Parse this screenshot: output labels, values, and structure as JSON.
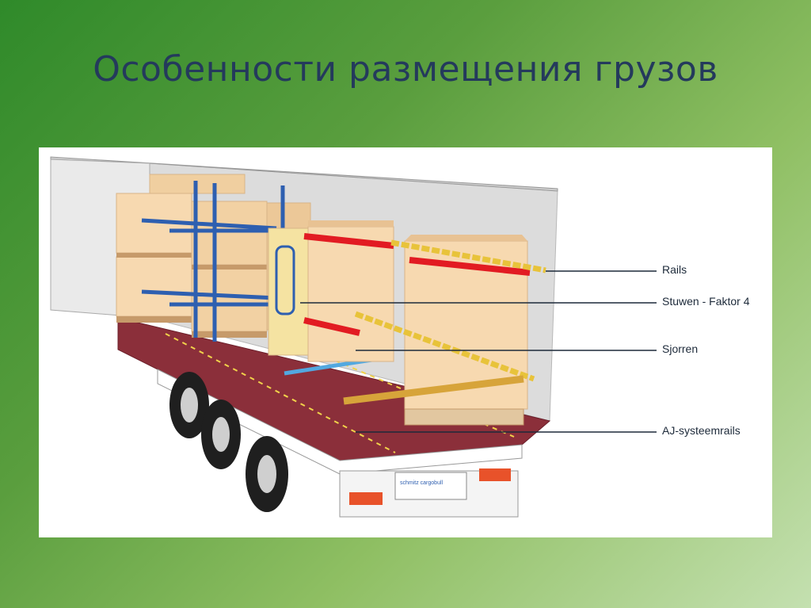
{
  "slide": {
    "title": "Особенности размещения грузов"
  },
  "diagram": {
    "callouts": [
      {
        "id": "rails",
        "label": "Rails"
      },
      {
        "id": "stuwen",
        "label": "Stuwen - Faktor 4"
      },
      {
        "id": "sjorren",
        "label": "Sjorren"
      },
      {
        "id": "aj-systeemrails",
        "label": "AJ-systeemrails"
      }
    ],
    "trailer_brand": "schmitz cargobull"
  },
  "colors": {
    "title": "#243a5c",
    "floor": "#8b2f3a",
    "box": "#f7d9b0",
    "box_shade": "#e8c293",
    "strap_red": "#e21b22",
    "rail_yellow": "#e8c33a",
    "bar_blue": "#2e5fb0"
  }
}
